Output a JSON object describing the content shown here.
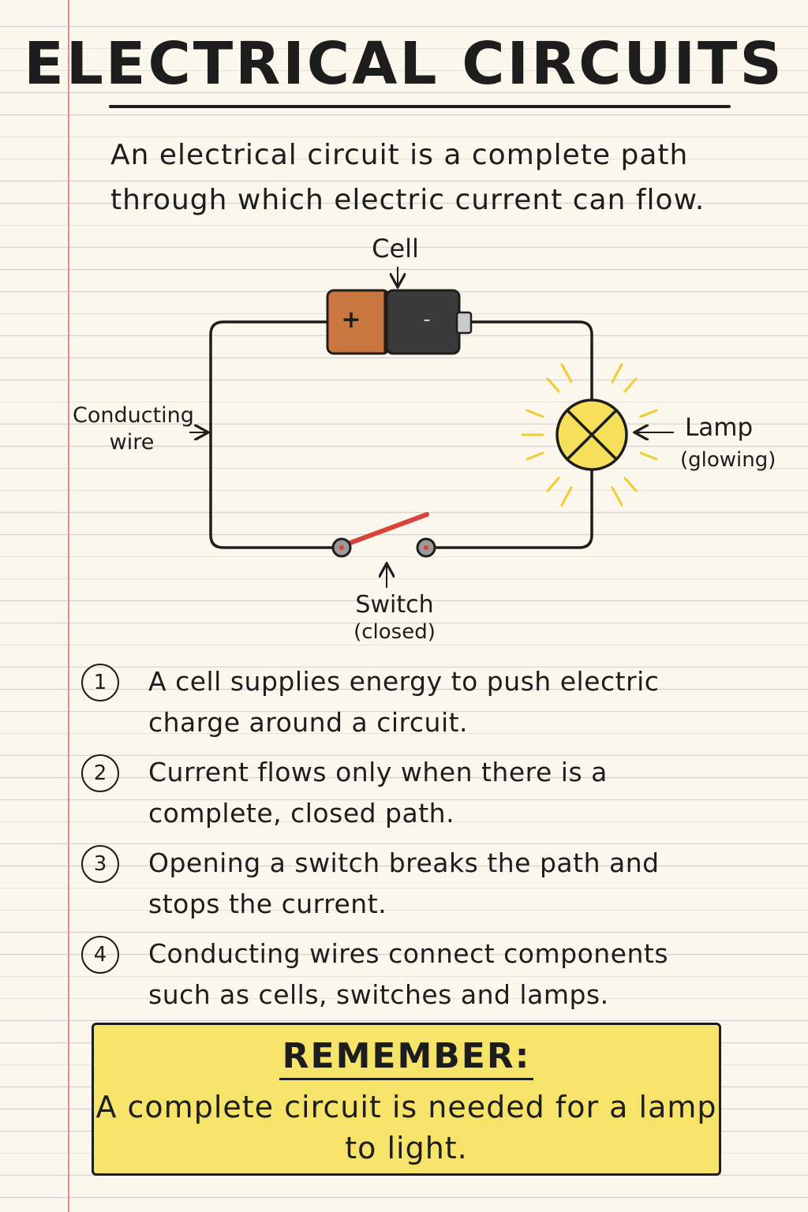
{
  "title": "ELECTRICAL CIRCUITS",
  "intro": "An electrical circuit is a complete path through which electric current can flow.",
  "diagram": {
    "cell_label": "Cell",
    "cell_plus": "+",
    "cell_minus": "-",
    "wire_label_line1": "Conducting",
    "wire_label_line2": "wire",
    "lamp_label_line1": "Lamp",
    "lamp_label_line2": "(glowing)",
    "switch_label_line1": "Switch",
    "switch_label_line2": "(closed)"
  },
  "points": [
    {
      "number": "1",
      "text": "A cell supplies energy to push electric charge around a circuit."
    },
    {
      "number": "2",
      "text": "Current flows only when there is a complete, closed path."
    },
    {
      "number": "3",
      "text": "Opening a switch breaks the path and stops the current."
    },
    {
      "number": "4",
      "text": "Conducting wires connect components such as cells, switches and lamps."
    }
  ],
  "remember": {
    "heading": "REMEMBER:",
    "text": "A complete circuit is needed for a lamp to light."
  },
  "colors": {
    "paper": "#fbf7ec",
    "margin_line": "#e4898c",
    "rule_lines": "#c9d3e8",
    "cell_positive": "#c9773e",
    "cell_negative": "#3a3a3a",
    "lamp": "#f6df5a",
    "switch_lever": "#d9443a",
    "remember_box": "#f5e36a"
  }
}
